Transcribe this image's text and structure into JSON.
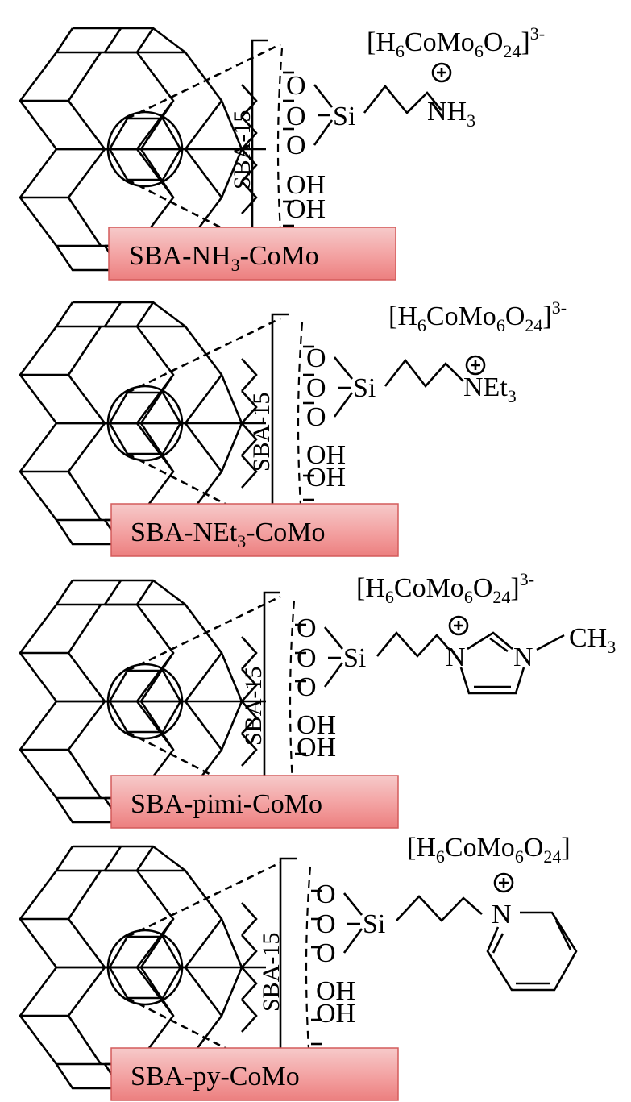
{
  "anion": {
    "prefix": "[H",
    "h_sub": "6",
    "co": "CoMo",
    "mo_sub": "6",
    "o": "O",
    "o_sub": "24",
    "close": "]",
    "charge": "3-"
  },
  "oxygen": "O",
  "silicon": "Si",
  "hydroxyl": "OH",
  "support": "SBA-15",
  "positive_charge": "+",
  "panels": [
    {
      "label": {
        "main": "SBA-NH",
        "sub": "3",
        "rest": "-CoMo"
      },
      "cation": {
        "main": "NH",
        "sub": "3"
      }
    },
    {
      "label": {
        "main": "SBA-NEt",
        "sub": "3",
        "rest": "-CoMo"
      },
      "cation": {
        "main": "NEt",
        "sub": "3"
      }
    },
    {
      "label": {
        "main": "SBA-pimi-CoMo"
      },
      "cation": {
        "n1": "N",
        "n2": "N",
        "methyl": "CH",
        "methyl_sub": "3"
      }
    },
    {
      "label": {
        "main": "SBA-py-CoMo"
      },
      "cation": {
        "n": "N"
      }
    }
  ]
}
